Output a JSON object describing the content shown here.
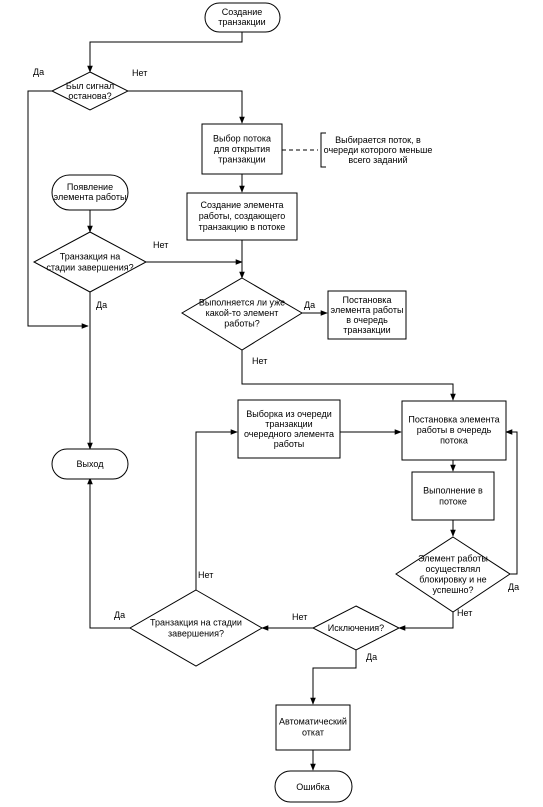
{
  "nodes": {
    "create_tx": "Создание\nтранзакции",
    "stop_signal": "Был сигнал\nостанова?",
    "select_thread": "Выбор потока\nдля открытия\nтранзакции",
    "select_note": "Выбирается поток, в\nочереди которого меньше\nвсего заданий",
    "work_item_appears": "Появление\nэлемента работы",
    "create_work_item": "Создание элемента\nработы, создающего\nтранзакцию в потоке",
    "tx_completing_1": "Транзакция на\nстадии завершения?",
    "item_running": "Выполняется ли уже\nкакой-то элемент\nработы?",
    "queue_tx": "Постановка\nэлемента работы\nв очередь\nтранзакции",
    "exit": "Выход",
    "fetch_next": "Выборка из очереди\nтранзакции\nочередного элемента\nработы",
    "queue_thread": "Постановка элемента\nработы в очередь\nпотока",
    "execute": "Выполнение в\nпотоке",
    "lock_failed": "Элемент работы\nосуществлял\nблокировку и не\nуспешно?",
    "exceptions": "Исключения?",
    "tx_completing_2": "Транзакция на стадии\nзавершения?",
    "rollback": "Автоматический\nоткат",
    "error": "Ошибка"
  },
  "edge_labels": {
    "stop_yes": "Да",
    "stop_no": "Нет",
    "tx1_no": "Нет",
    "tx1_yes": "Да",
    "running_yes": "Да",
    "running_no": "Нет",
    "lock_yes": "Да",
    "lock_no": "Нет",
    "exc_no": "Нет",
    "exc_yes": "Да",
    "tx2_yes": "Да",
    "tx2_no": "Нет"
  }
}
